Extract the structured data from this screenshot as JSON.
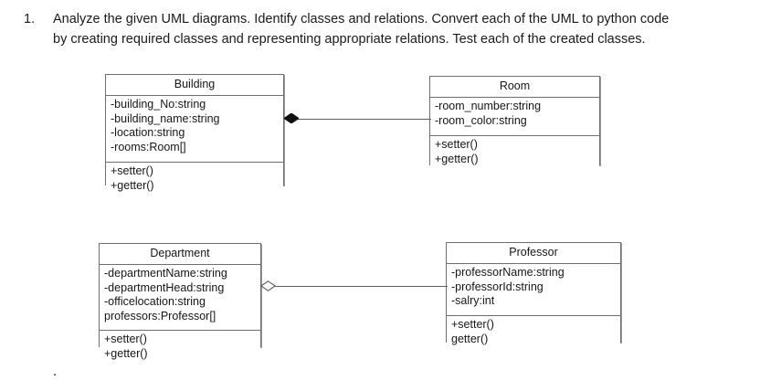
{
  "question": {
    "number": "1.",
    "lines": [
      "Analyze the given UML diagrams. Identify classes and relations. Convert each of the UML to python code",
      "by creating required classes and representing appropriate relations. Test each of the created classes."
    ]
  },
  "diagram": {
    "classes": [
      {
        "id": "building",
        "name": "Building",
        "attributes": [
          "-building_No:string",
          "-building_name:string",
          "-location:string",
          "-rooms:Room[]"
        ],
        "methods": [
          "+setter()",
          "+getter()"
        ]
      },
      {
        "id": "room",
        "name": "Room",
        "attributes": [
          "-room_number:string",
          "-room_color:string"
        ],
        "methods": [
          "+setter()",
          "+getter()"
        ]
      },
      {
        "id": "department",
        "name": "Department",
        "attributes": [
          "-departmentName:string",
          "-departmentHead:string",
          "-officelocation:string",
          "professors:Professor[]"
        ],
        "methods": [
          "+setter()",
          "+getter()"
        ]
      },
      {
        "id": "professor",
        "name": "Professor",
        "attributes": [
          "-professorName:string",
          "-professorId:string",
          "-salry:int"
        ],
        "methods": [
          "+setter()",
          "getter()"
        ]
      }
    ],
    "relations": [
      {
        "id": "building-room",
        "type": "composition",
        "marker": "filled-diamond",
        "source": "Building",
        "target": "Room"
      },
      {
        "id": "department-professor",
        "type": "aggregation",
        "marker": "hollow-diamond",
        "source": "Department",
        "target": "Professor"
      }
    ],
    "colors": {
      "border": "#6e6e6e",
      "line": "#5f5f5f",
      "diamond_fill": "#111111",
      "background": "#ffffff",
      "text": "#161616"
    }
  },
  "trailing_mark": "."
}
